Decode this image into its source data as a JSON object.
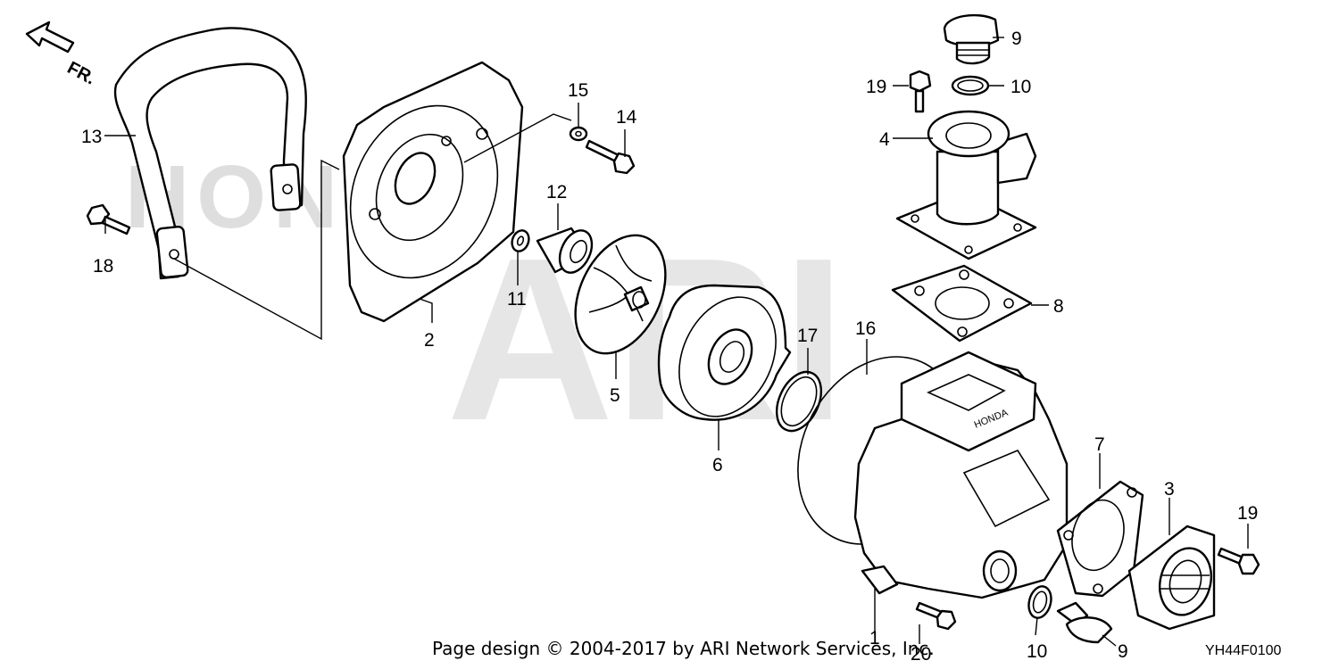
{
  "watermark": {
    "brand": "HONDA",
    "ari": "ARI"
  },
  "direction_label": "FR.",
  "callouts": {
    "c1": "1",
    "c2": "2",
    "c3": "3",
    "c4": "4",
    "c5": "5",
    "c6": "6",
    "c7": "7",
    "c8": "8",
    "c9a": "9",
    "c9b": "9",
    "c10a": "10",
    "c10b": "10",
    "c11": "11",
    "c12": "12",
    "c13": "13",
    "c14": "14",
    "c15": "15",
    "c16": "16",
    "c17": "17",
    "c18": "18",
    "c19a": "19",
    "c19b": "19",
    "c20": "20"
  },
  "casing_logo": "HONDA",
  "footer": {
    "copyright": "Page design © 2004-2017 by ARI Network Services, Inc.",
    "diagram_code": "YH44F0100"
  }
}
